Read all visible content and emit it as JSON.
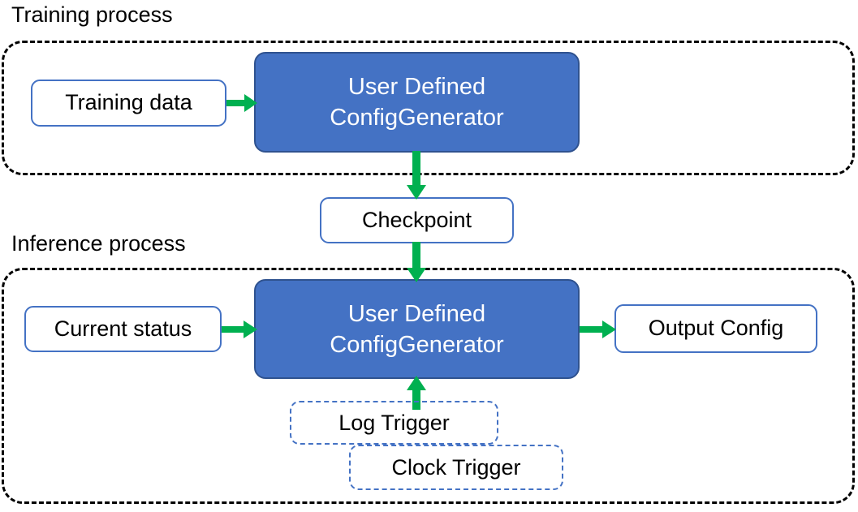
{
  "diagram": {
    "title_training": "Training process",
    "title_inference": "Inference process",
    "colors": {
      "process_fill": "#4472C4",
      "process_border": "#2F528F",
      "node_border": "#4472C4",
      "arrow": "#00B050",
      "group_border": "#000000",
      "process_text": "#FFFFFF",
      "node_text": "#000000"
    },
    "training": {
      "input_node": "Training data",
      "process_line1": "User Defined",
      "process_line2": "ConfigGenerator"
    },
    "checkpoint": {
      "label": "Checkpoint"
    },
    "inference": {
      "input_node": "Current status",
      "process_line1": "User Defined",
      "process_line2": "ConfigGenerator",
      "output_node": "Output Config",
      "trigger_log": "Log Trigger",
      "trigger_clock": "Clock Trigger"
    },
    "edges": [
      {
        "name": "training-data-to-generator",
        "direction": "right"
      },
      {
        "name": "generator-to-checkpoint",
        "direction": "down"
      },
      {
        "name": "checkpoint-to-generator",
        "direction": "down"
      },
      {
        "name": "current-status-to-generator",
        "direction": "right"
      },
      {
        "name": "generator-to-output-config",
        "direction": "right"
      },
      {
        "name": "triggers-to-generator",
        "direction": "up"
      }
    ]
  }
}
